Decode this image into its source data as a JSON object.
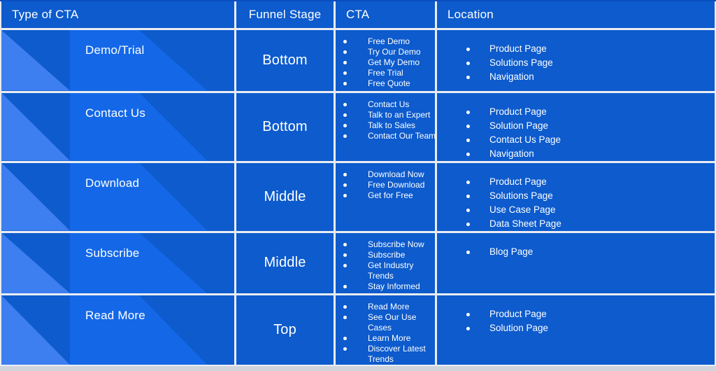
{
  "colors": {
    "base_blue": "#0d5bcd",
    "light_triangle": "#3d7ef0",
    "mid_triangle": "#1468e8",
    "border_white": "#e9edf1",
    "top_edge": "#0a4ec0",
    "page_bg": "#cfd4da",
    "text_white": "#ffffff"
  },
  "table": {
    "columns": [
      {
        "label": "Type of CTA"
      },
      {
        "label": "Funnel Stage"
      },
      {
        "label": "CTA"
      },
      {
        "label": "Location"
      }
    ],
    "rows": [
      {
        "type": "Demo/Trial",
        "funnel_stage": "Bottom",
        "ctas": [
          "Free Demo",
          "Try Our Demo",
          "Get My Demo",
          "Free Trial",
          "Free Quote"
        ],
        "locations": [
          "Product Page",
          "Solutions Page",
          "Navigation"
        ]
      },
      {
        "type": "Contact Us",
        "funnel_stage": "Bottom",
        "ctas": [
          "Contact Us",
          "Talk to an Expert",
          "Talk to Sales",
          "Contact Our Team"
        ],
        "locations": [
          "Product Page",
          "Solution Page",
          "Contact Us Page",
          "Navigation"
        ]
      },
      {
        "type": "Download",
        "funnel_stage": "Middle",
        "ctas": [
          "Download Now",
          "Free Download",
          "Get for Free"
        ],
        "locations": [
          "Product Page",
          "Solutions Page",
          "Use Case Page",
          "Data Sheet Page"
        ]
      },
      {
        "type": "Subscribe",
        "funnel_stage": "Middle",
        "ctas": [
          "Subscribe Now",
          "Subscribe",
          "Get Industry\nTrends",
          "Stay Informed"
        ],
        "locations": [
          "Blog Page"
        ]
      },
      {
        "type": "Read More",
        "funnel_stage": "Top",
        "ctas": [
          "Read More",
          "See Our Use\nCases",
          "Learn More",
          "Discover Latest\nTrends"
        ],
        "locations": [
          "Product Page",
          "Solution Page"
        ]
      }
    ]
  }
}
